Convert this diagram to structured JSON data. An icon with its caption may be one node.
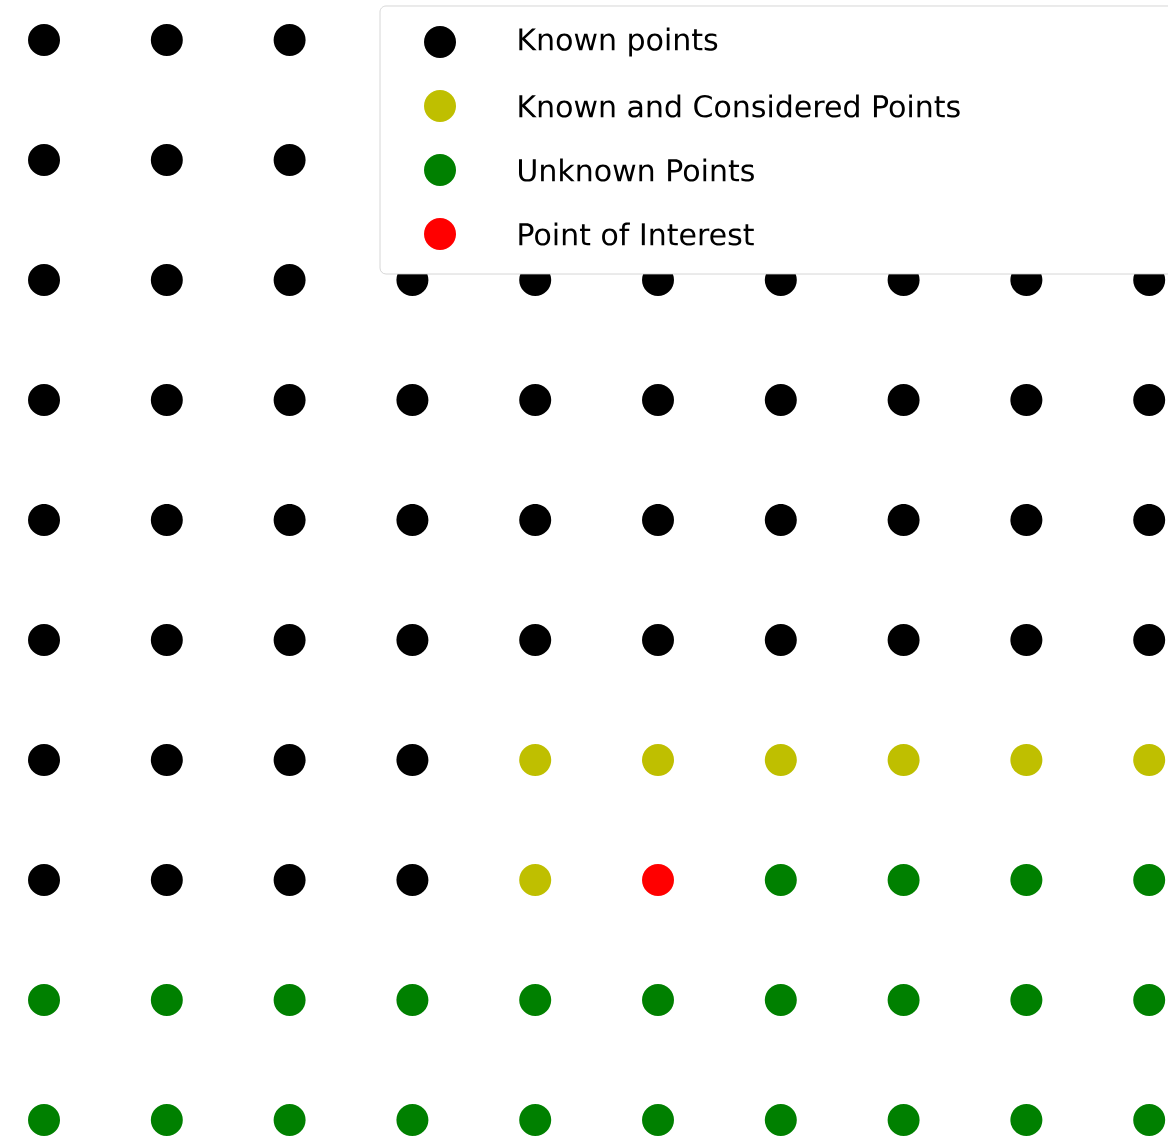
{
  "diagram": {
    "legend": [
      {
        "text": "Known points",
        "color": "#000000"
      },
      {
        "text": "Known and Considered Points",
        "color": "#bfbf00"
      },
      {
        "text": "Unknown Points",
        "color": "#008000"
      },
      {
        "text": "Point of Interest",
        "color": "#ff0000"
      }
    ]
  }
}
